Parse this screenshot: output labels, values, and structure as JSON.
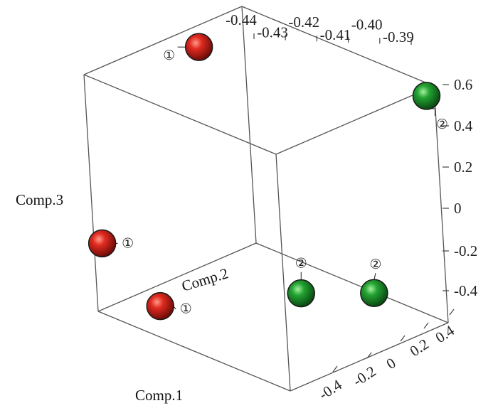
{
  "chart_data": {
    "type": "scatter",
    "projection": "3d",
    "axes": {
      "x": {
        "label": "Comp.1",
        "ticks": [
          "-0.44",
          "-0.43",
          "-0.42",
          "-0.41",
          "-0.40",
          "-0.39"
        ]
      },
      "y": {
        "label": "Comp.2",
        "ticks": [
          "-0.4",
          "-0.2",
          "0",
          "0.2",
          "0.4"
        ]
      },
      "z": {
        "label": "Comp.3",
        "ticks": [
          "-0.4",
          "-0.2",
          "0",
          "0.2",
          "0.4",
          "0.6"
        ]
      }
    },
    "groups": [
      {
        "label": "①",
        "color": "#d42020"
      },
      {
        "label": "②",
        "color": "#1f9a2c"
      }
    ],
    "points": [
      {
        "group": "①",
        "x": -0.44,
        "y": 0.22,
        "z": 0.55
      },
      {
        "group": "①",
        "x": -0.44,
        "y": -0.45,
        "z": -0.15
      },
      {
        "group": "①",
        "x": -0.432,
        "y": -0.3,
        "z": -0.43
      },
      {
        "group": "②",
        "x": -0.39,
        "y": 0.45,
        "z": 0.62
      },
      {
        "group": "②",
        "x": -0.405,
        "y": -0.05,
        "z": -0.25
      },
      {
        "group": "②",
        "x": -0.392,
        "y": 0.1,
        "z": -0.2
      }
    ]
  }
}
